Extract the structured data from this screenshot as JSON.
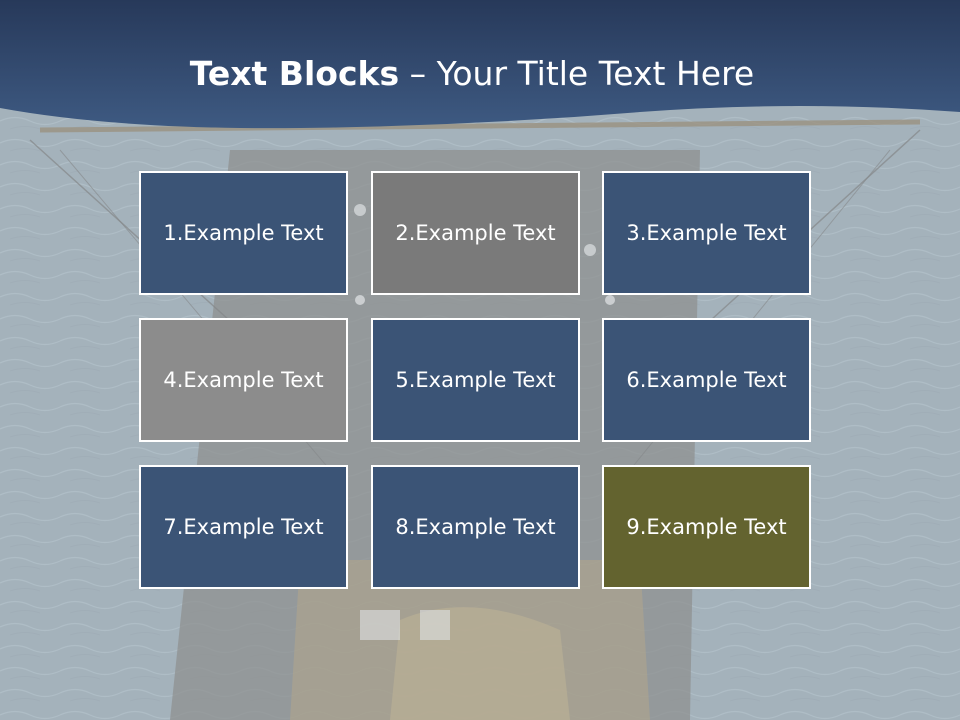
{
  "title": {
    "bold": "Text Blocks",
    "dash": " – ",
    "rest": "Your Title Text Here"
  },
  "colors": {
    "header": "#2f4667",
    "blue_tile": "#3b5476",
    "gray_dark_tile": "#7a7a7a",
    "gray_light_tile": "#8c8c8c",
    "olive_tile": "#63632f"
  },
  "tiles": [
    {
      "label": "1.Example Text",
      "color": "#3b5476"
    },
    {
      "label": "2.Example Text",
      "color": "#7a7a7a"
    },
    {
      "label": "3.Example Text",
      "color": "#3b5476"
    },
    {
      "label": "4.Example Text",
      "color": "#8c8c8c"
    },
    {
      "label": "5.Example Text",
      "color": "#3b5476"
    },
    {
      "label": "6.Example Text",
      "color": "#3b5476"
    },
    {
      "label": "7.Example Text",
      "color": "#3b5476"
    },
    {
      "label": "8.Example Text",
      "color": "#3b5476"
    },
    {
      "label": "9.Example Text",
      "color": "#63632f"
    }
  ]
}
